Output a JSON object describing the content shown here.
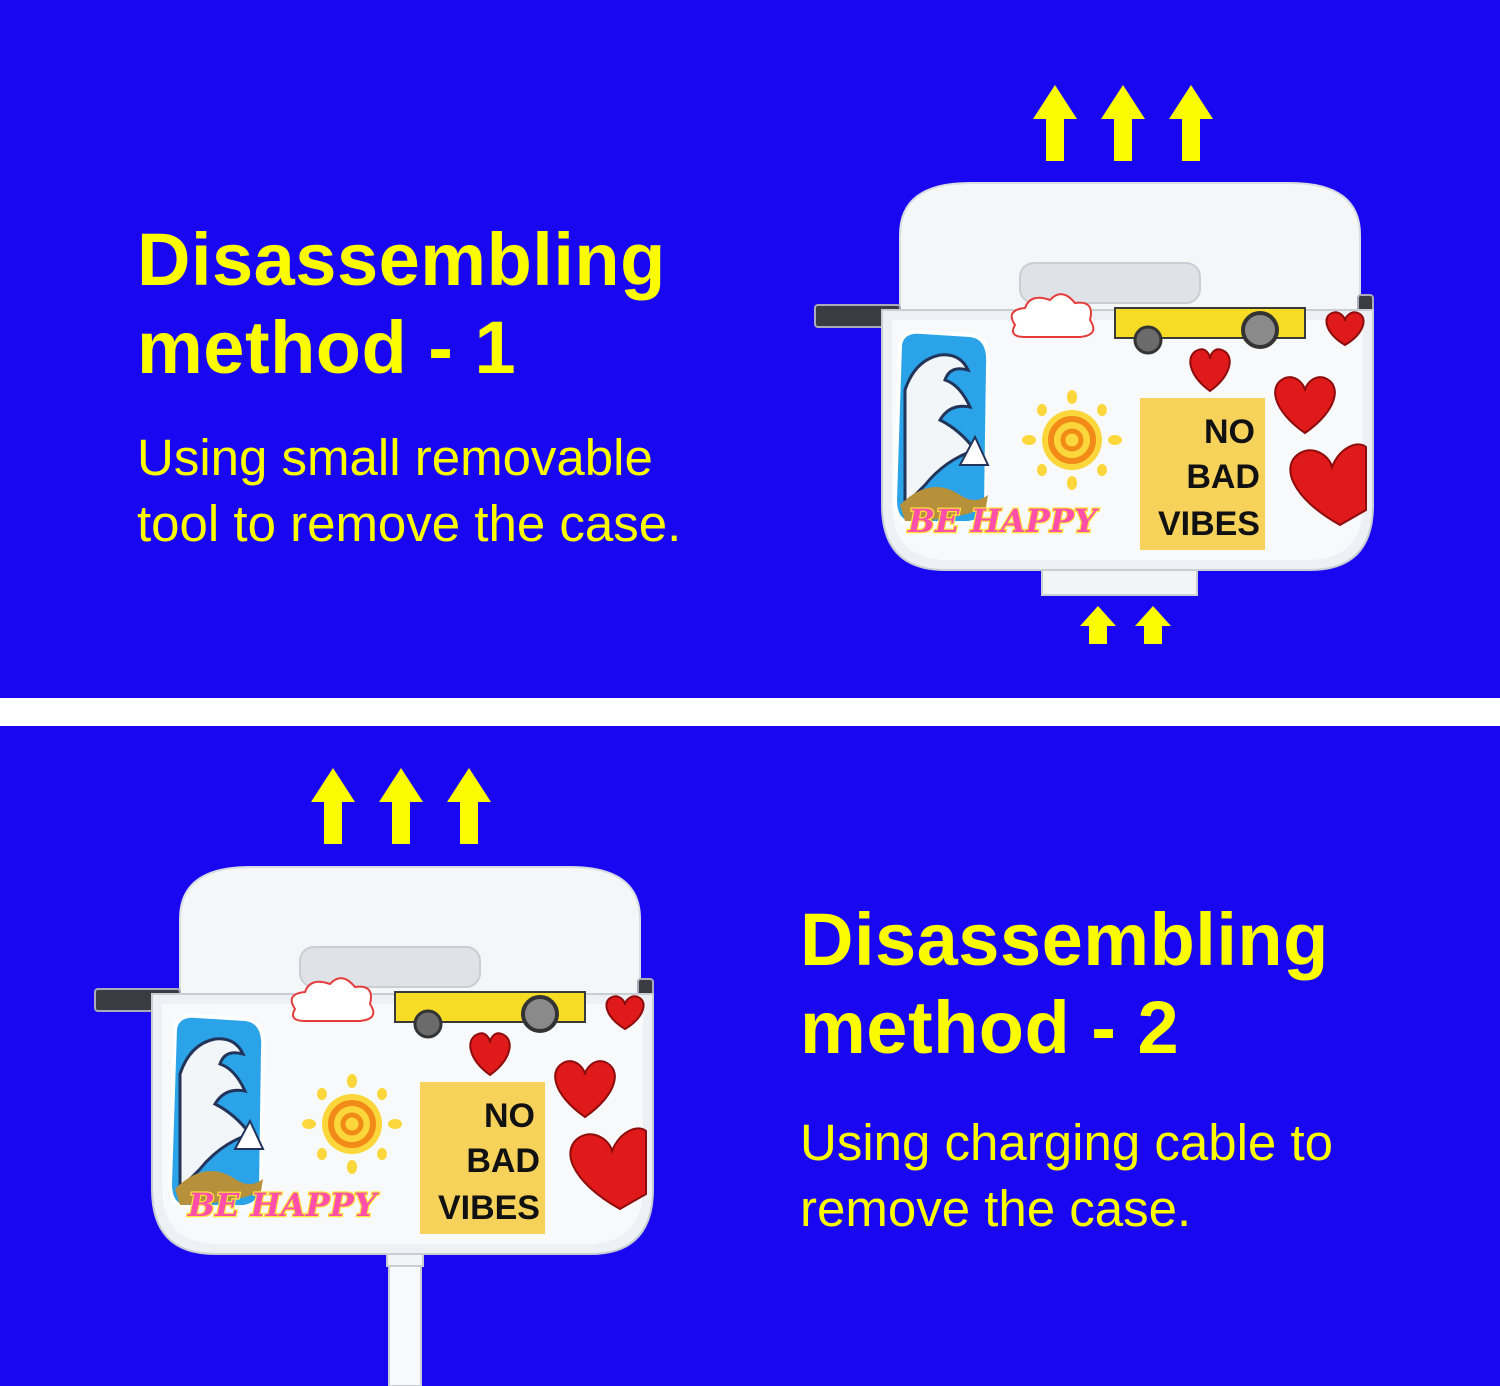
{
  "section1": {
    "title_line1": "Disassembling",
    "title_line2": "method - 1",
    "desc_line1": "Using small removable",
    "desc_line2": "tool to remove the case."
  },
  "section2": {
    "title_line1": "Disassembling",
    "title_line2": "method - 2",
    "desc_line1": "Using charging cable to",
    "desc_line2": "remove the case."
  },
  "stickers": {
    "no": "NO",
    "bad": "BAD",
    "vibes": "VIBES",
    "be_happy": "BE HAPPY"
  },
  "colors": {
    "background": "#1a07f2",
    "text": "#fbfb00",
    "arrow": "#fbfb00",
    "divider": "#ffffff",
    "heart": "#e01a1a",
    "label": "#f7d25a"
  },
  "icons": [
    "up-arrow-icon",
    "wave-sticker",
    "sun-sticker",
    "heart-icon",
    "cloud-sticker",
    "bus-sticker",
    "charging-cable"
  ]
}
